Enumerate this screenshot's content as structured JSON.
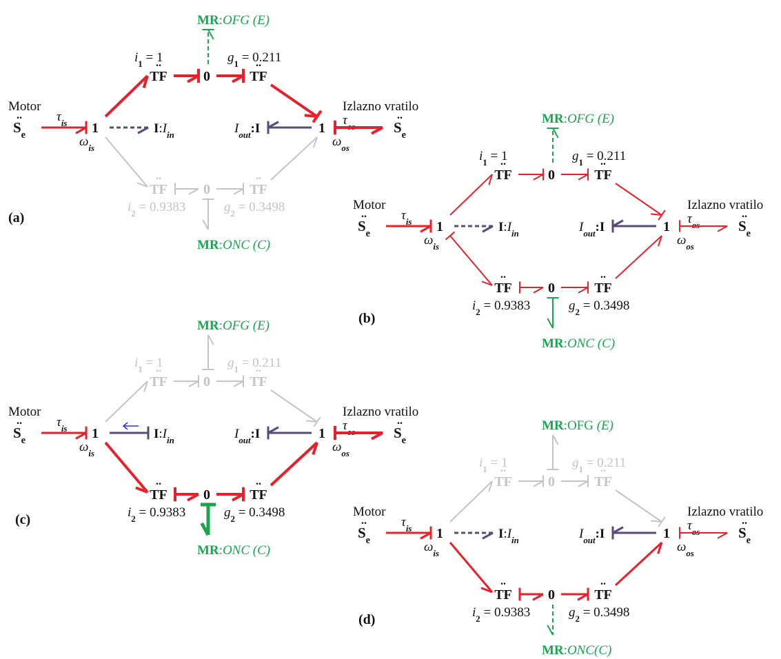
{
  "colors": {
    "active": "#e8202a",
    "inactive": "#c4c4c4",
    "inertia": "#5a4a7a",
    "mr": "#1aa550",
    "text": "#111111",
    "blue_arrow": "#2233dd"
  },
  "labels": {
    "motor": "Motor",
    "izlazno": "Izlazno vratilo",
    "se_dots": "..",
    "se_base": "S",
    "se_sub": "e",
    "tf": "TF",
    "tf_dots": "..",
    "one": "1",
    "zero": "0",
    "tau_is": "τ",
    "tau_is_sub": "is",
    "tau_os": "τ",
    "tau_os_sub": "os",
    "omega_is": "ω",
    "omega_is_sub": "is",
    "omega_os": "ω",
    "omega_os_sub": "os",
    "iin_prefix": "I",
    "iin_colon": ":",
    "iin_sym": "I",
    "iin_sub": "in",
    "iout_sym": "I",
    "iout_sub": "out",
    "iout_suffix": ":I",
    "i1": "i",
    "i1_sub": "1",
    "i1_val": " = 1",
    "g1": "g",
    "g1_sub": "1",
    "g1_val": " = 0.211",
    "i2": "i",
    "i2_sub": "2",
    "i2_val": " = 0.9383",
    "g2": "g",
    "g2_sub": "2",
    "g2_val": " = 0.3498",
    "mr_bold": "MR",
    "mr_colon": ":",
    "ofg_e": "OFG (E)",
    "onc_c": "ONC (C)",
    "onc_c_nospace": "ONC(C)",
    "ofg_upright": "OFG",
    "e_paren": " (E)"
  },
  "panels": [
    {
      "id": "a",
      "tag": "(a)",
      "upper": "active",
      "lower": "inactive"
    },
    {
      "id": "b",
      "tag": "(b)",
      "upper": "active",
      "lower": "active"
    },
    {
      "id": "c",
      "tag": "(c)",
      "upper": "inactive",
      "lower": "active"
    },
    {
      "id": "d",
      "tag": "(d)",
      "upper": "inactive",
      "lower": "active"
    }
  ]
}
